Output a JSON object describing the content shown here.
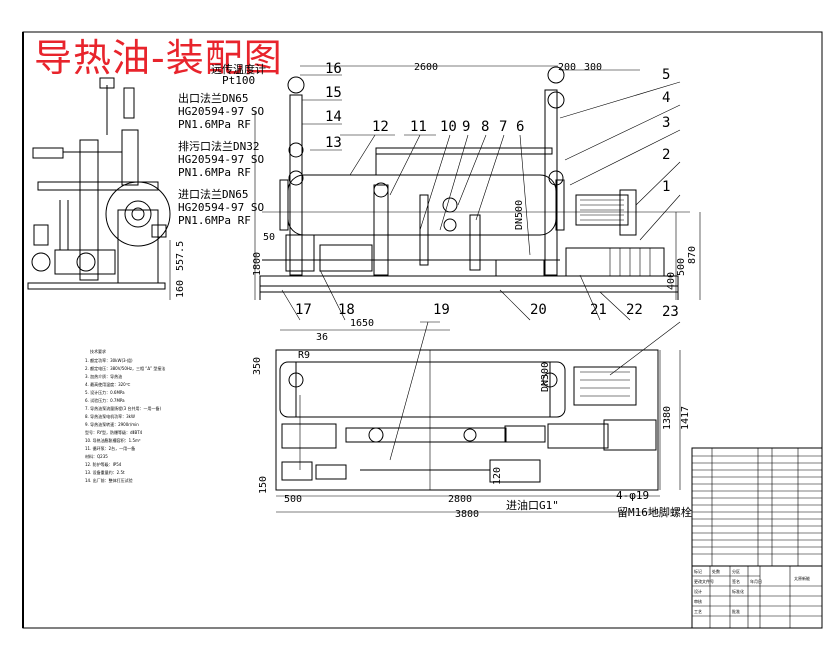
{
  "title": "导热油-装配图",
  "labels": {
    "sensor": "远传温度计",
    "pt": "Pt100",
    "outlet_title": "出口法兰DN65",
    "outlet_std": "HG20594-97 SO",
    "outlet_pn": "PN1.6MPa RF",
    "drain_title": "排污口法兰DN32",
    "drain_std": "HG20594-97 SO",
    "drain_pn": "PN1.6MPa RF",
    "inlet_title": "进口法兰DN65",
    "inlet_std": "HG20594-97 SO",
    "inlet_pn": "PN1.6MPa RF",
    "oil_inlet": "进油口G1\"",
    "anchor": "4-φ19",
    "anchor_bolt": "留M16地脚螺栓",
    "dn500": "DN500",
    "dn300": "DN300"
  },
  "part_numbers": [
    "16",
    "15",
    "14",
    "13",
    "12",
    "11",
    "10",
    "9",
    "8",
    "7",
    "6",
    "5",
    "4",
    "3",
    "2",
    "1",
    "17",
    "18",
    "19",
    "20",
    "21",
    "22",
    "23"
  ],
  "dimensions": {
    "d2600": "2600",
    "d200": "200",
    "d300": "300",
    "d50": "50",
    "d1800": "1800",
    "d557": "557.5",
    "d160": "160",
    "d500v": "500",
    "d870": "870",
    "d400": "400",
    "d1650": "1650",
    "d36": "36",
    "r9": "R9",
    "d350": "350",
    "d1380": "1380",
    "d1417": "1417",
    "d150": "150",
    "d500h": "500",
    "d2800": "2800",
    "d3800": "3800",
    "d120": "120"
  },
  "notes": [
    "技术要求",
    "1. 额定功率：30kW(3-组)",
    "2. 额定电压：380V/50Hz，三相 “Δ” 型接法",
    "3. 加热介质：导热油",
    "4. 最高使用温度：320℃",
    "5. 设计压力：0.6MPa",
    "6. 试验压力：0.7MPa",
    "7. 导热油泵流量扬程(3 台共用：一用一备)",
    "8. 导热油泵电机功率：3kW",
    "9. 导热油泵转速：2900r/min",
    "   型号：RY型，防爆等级：dⅡBT4",
    "10. 导热油膨胀槽容积：1.5m³",
    "11. 循环泵：2台，一用一备",
    "    材料：Q235",
    "12. 防护等级：IP54",
    "13. 设备重量约：2.5t",
    "14. 出厂前：整体打压试验"
  ],
  "titleblock": {
    "company": "太原新能",
    "left_labels": [
      "标记",
      "处数",
      "分区",
      "更改文件号",
      "签名",
      "年月日",
      "设计",
      "标准化",
      "审核",
      "工艺",
      "批准"
    ]
  }
}
